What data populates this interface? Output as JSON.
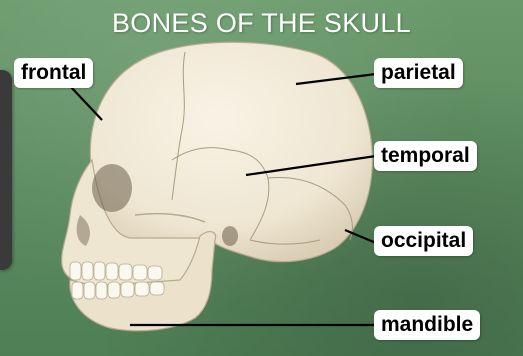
{
  "title": "BONES OF THE SKULL",
  "labels": {
    "frontal": "frontal",
    "parietal": "parietal",
    "temporal": "temporal",
    "occipital": "occipital",
    "mandible": "mandible"
  },
  "colors": {
    "background": "#5f8f62",
    "bone": "#f1ead9",
    "bone_shadow": "#c8bfa8",
    "label_bg": "#ffffff",
    "leader_line": "#000000"
  }
}
